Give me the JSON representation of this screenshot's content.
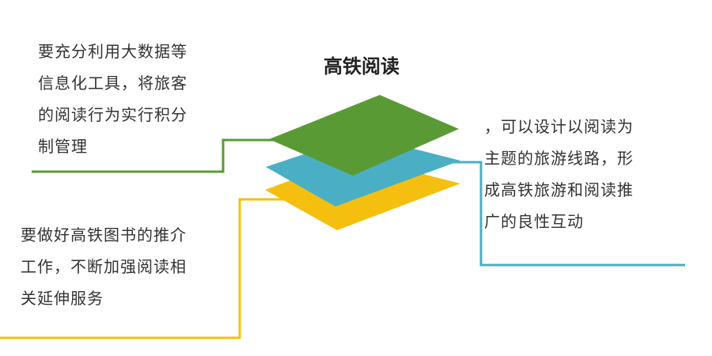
{
  "diagram": {
    "title": "高铁阅读",
    "colors": {
      "green": "#5a9a35",
      "blue": "#4aafc4",
      "yellow": "#f5bf0f"
    },
    "notes": {
      "green": "要充分利用大数据等\n信息化工具，将旅客\n的阅读行为实行积分\n制管理",
      "yellow": "要做好高铁图书的推介\n工作，不断加强阅读相\n关延伸服务",
      "blue": "，可以设计以阅读为\n主题的旅游线路，形\n成高铁旅游和阅读推\n广的良性互动"
    }
  }
}
